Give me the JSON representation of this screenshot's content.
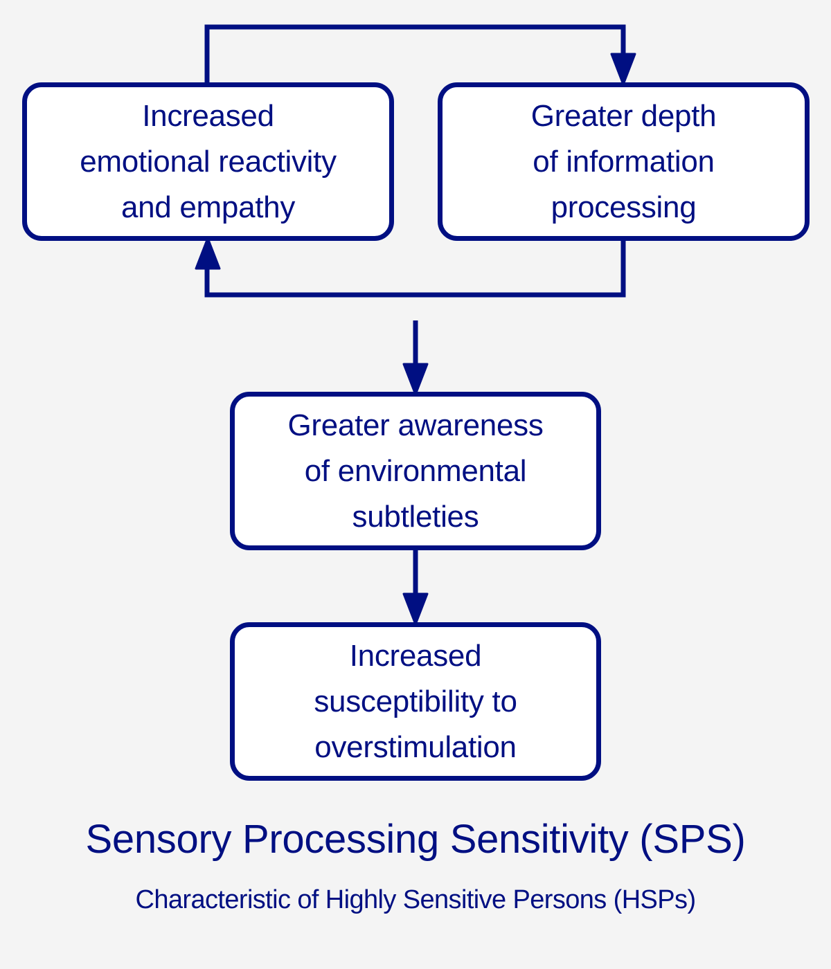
{
  "diagram": {
    "boxes": [
      {
        "id": "emotional",
        "lines": [
          "Increased",
          "emotional reactivity",
          "and empathy"
        ]
      },
      {
        "id": "depth",
        "lines": [
          "Greater depth",
          "of information",
          "processing"
        ]
      },
      {
        "id": "awareness",
        "lines": [
          "Greater awareness",
          "of environmental",
          "subtleties"
        ]
      },
      {
        "id": "overstim",
        "lines": [
          "Increased",
          "susceptibility to",
          "overstimulation"
        ]
      }
    ],
    "edges": [
      {
        "from": "emotional",
        "to": "depth"
      },
      {
        "from": "depth",
        "to": "emotional"
      },
      {
        "from": "emotional+depth",
        "to": "awareness"
      },
      {
        "from": "awareness",
        "to": "overstim"
      }
    ]
  },
  "title": "Sensory Processing Sensitivity (SPS)",
  "subtitle": "Characteristic of Highly Sensitive Persons (HSPs)",
  "colors": {
    "accent": "#000f82",
    "box_fill": "#ffffff",
    "background": "#f4f4f4"
  }
}
